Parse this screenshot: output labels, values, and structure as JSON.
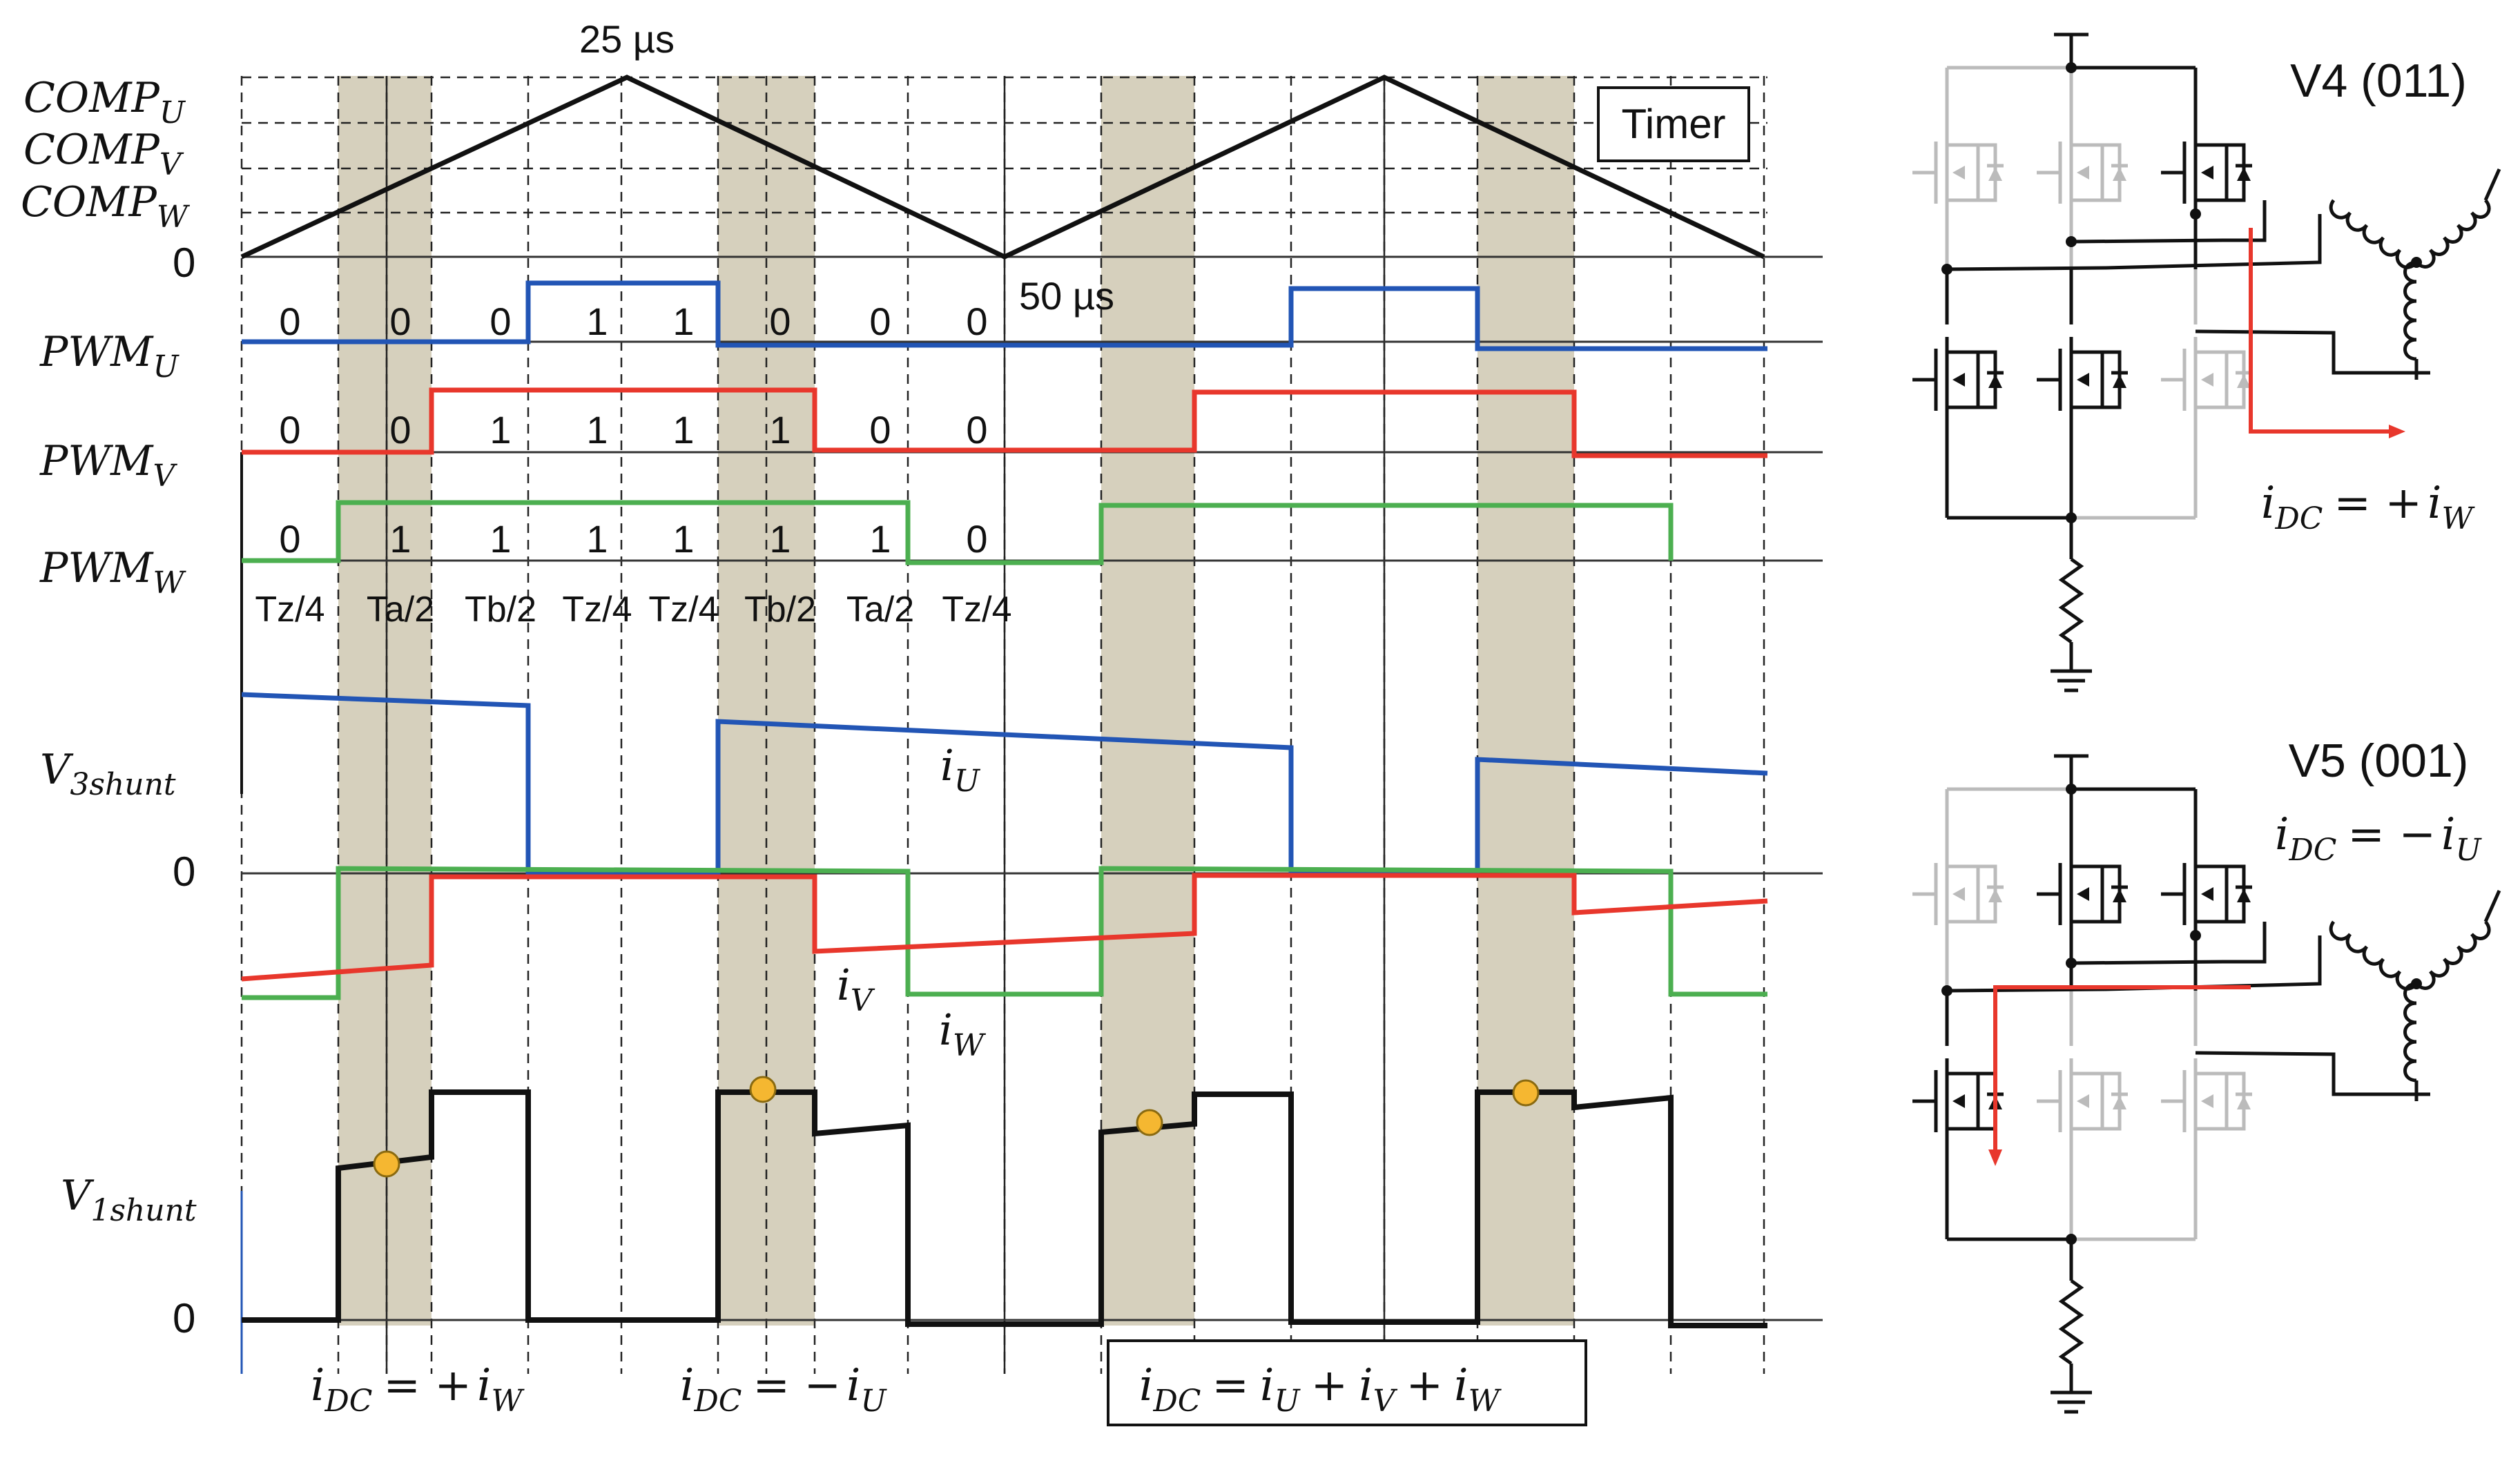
{
  "colors": {
    "u": "#2255b5",
    "v": "#e8372c",
    "w": "#4caf50",
    "black": "#111111",
    "gray": "#bbbbbb",
    "shade": "#d6d0bd",
    "dot": "#f5b731"
  },
  "timing": {
    "top_label": "25 µs",
    "mid_label": "50 µs",
    "timer_label": "Timer"
  },
  "left_labels": {
    "comp_u": {
      "main": "COMP",
      "sub": "U"
    },
    "comp_v": {
      "main": "COMP",
      "sub": "V"
    },
    "comp_w": {
      "main": "COMP",
      "sub": "W"
    },
    "zero_timer": "0",
    "pwm_u": {
      "main": "PWM",
      "sub": "U"
    },
    "pwm_v": {
      "main": "PWM",
      "sub": "V"
    },
    "pwm_w": {
      "main": "PWM",
      "sub": "W"
    },
    "v3shunt": {
      "main": "V",
      "sub": "3shunt"
    },
    "zero_3shunt": "0",
    "v1shunt": {
      "main": "V",
      "sub": "1shunt"
    },
    "zero_1shunt": "0"
  },
  "pwm_states": {
    "u": [
      "0",
      "0",
      "0",
      "1",
      "1",
      "0",
      "0",
      "0"
    ],
    "v": [
      "0",
      "0",
      "1",
      "1",
      "1",
      "1",
      "0",
      "0"
    ],
    "w": [
      "0",
      "1",
      "1",
      "1",
      "1",
      "1",
      "1",
      "0"
    ]
  },
  "segment_labels": [
    "Tz/4",
    "Ta/2",
    "Tb/2",
    "Tz/4",
    "Tz/4",
    "Tb/2",
    "Ta/2",
    "Tz/4"
  ],
  "current_labels": {
    "iu": {
      "main": "i",
      "sub": "U"
    },
    "iv": {
      "main": "i",
      "sub": "V"
    },
    "iw": {
      "main": "i",
      "sub": "W"
    }
  },
  "bottom_equations": {
    "eq1": {
      "lhs_main": "i",
      "lhs_sub": "DC",
      "rhs": [
        {
          "sign": "= +",
          "main": "i",
          "sub": "W"
        }
      ]
    },
    "eq2": {
      "lhs_main": "i",
      "lhs_sub": "DC",
      "rhs": [
        {
          "sign": "= −",
          "main": "i",
          "sub": "U"
        }
      ]
    },
    "eq3": {
      "lhs_main": "i",
      "lhs_sub": "DC",
      "rhs": [
        {
          "sign": "=",
          "main": "i",
          "sub": "U"
        },
        {
          "sign": "+",
          "main": "i",
          "sub": "V"
        },
        {
          "sign": "+",
          "main": "i",
          "sub": "W"
        }
      ]
    }
  },
  "circuits": {
    "v4": {
      "title": "V4 (011)",
      "equation": {
        "lhs_main": "i",
        "lhs_sub": "DC",
        "sign": "= +",
        "main": "i",
        "sub": "W"
      }
    },
    "v5": {
      "title": "V5 (001)",
      "equation": {
        "lhs_main": "i",
        "lhs_sub": "DC",
        "sign": "= −",
        "main": "i",
        "sub": "U"
      }
    }
  }
}
